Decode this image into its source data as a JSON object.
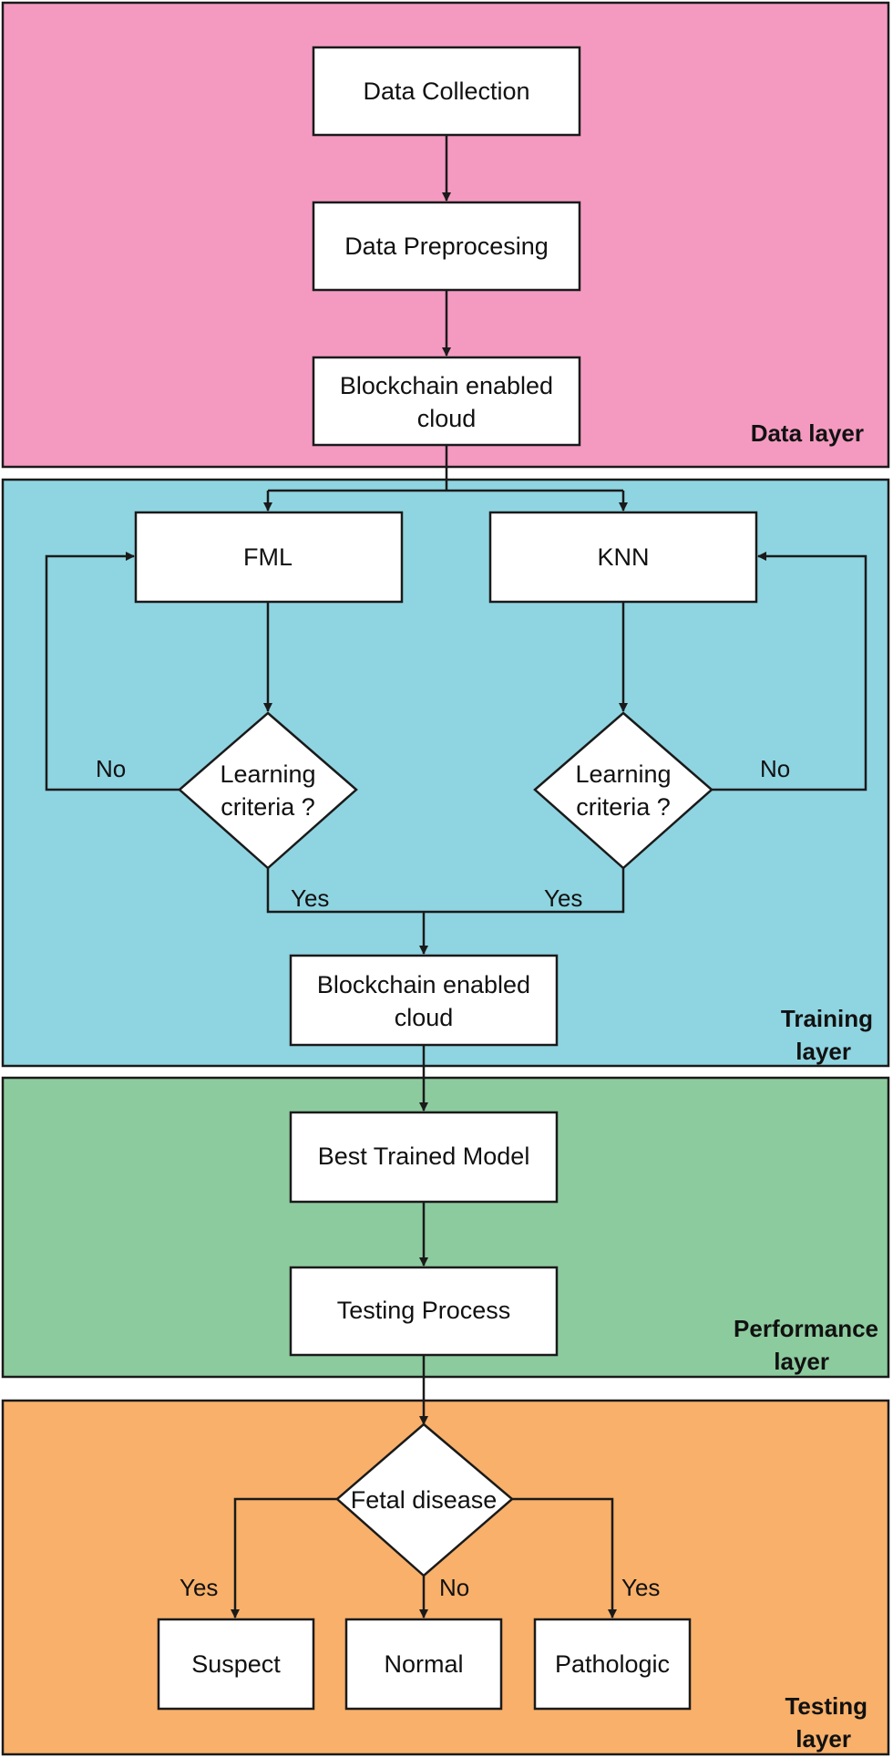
{
  "colors": {
    "data_layer": "#f49ac1",
    "training_layer": "#8fd4e1",
    "performance_layer": "#8ccb9e",
    "testing_layer": "#f8b06a"
  },
  "layers": {
    "data": {
      "label": "Data layer"
    },
    "training": {
      "label_line1": "Training",
      "label_line2": "layer"
    },
    "performance": {
      "label_line1": "Performance",
      "label_line2": "layer"
    },
    "testing": {
      "label_line1": "Testing",
      "label_line2": "layer"
    }
  },
  "nodes": {
    "data_collection": "Data Collection",
    "data_preprocessing": "Data Preprocesing",
    "blockchain_cloud_1_line1": "Blockchain enabled",
    "blockchain_cloud_1_line2": "cloud",
    "fml": "FML",
    "knn": "KNN",
    "learning_left_line1": "Learning",
    "learning_left_line2": "criteria ?",
    "learning_right_line1": "Learning",
    "learning_right_line2": "criteria ?",
    "blockchain_cloud_2_line1": "Blockchain enabled",
    "blockchain_cloud_2_line2": "cloud",
    "best_model": "Best Trained Model",
    "testing_process": "Testing Process",
    "fetal_disease": "Fetal disease",
    "suspect": "Suspect",
    "normal": "Normal",
    "pathologic": "Pathologic"
  },
  "edge_labels": {
    "left_no": "No",
    "right_no": "No",
    "left_yes": "Yes",
    "right_yes": "Yes",
    "suspect_yes": "Yes",
    "normal_no": "No",
    "pathologic_yes": "Yes"
  }
}
